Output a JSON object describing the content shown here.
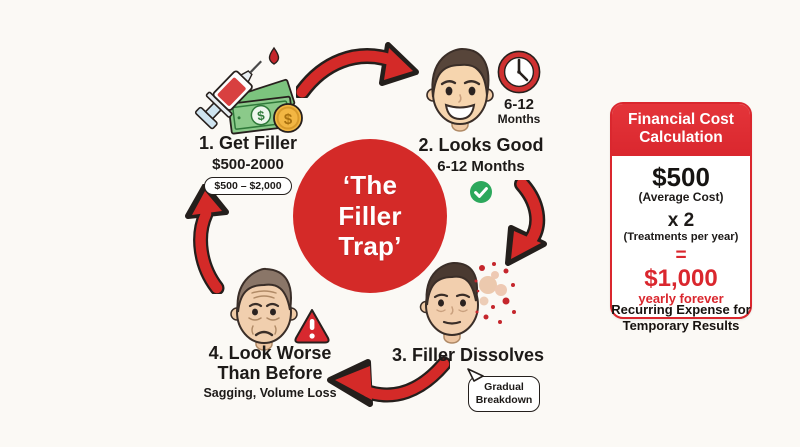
{
  "palette": {
    "red": "#d42a28",
    "red-deep": "#b9201f",
    "dark": "#241f1c",
    "green": "#2ca85c",
    "gold": "#f2b643",
    "bg": "#fbf9f5",
    "panel-red": "#da272e",
    "ink": "#1d1a18"
  },
  "center": {
    "line1": "‘The",
    "line2": "Filler",
    "line3": "Trap’"
  },
  "stage1": {
    "title": "1. Get Filler",
    "price": "$500-2000",
    "badge": "$500 – $2,000"
  },
  "stage2": {
    "clock_value": "6-12",
    "clock_unit": "Months",
    "title": "2. Looks Good",
    "duration": "6-12 Months"
  },
  "stage3": {
    "title": "3. Filler Dissolves",
    "bubble_line1": "Gradual",
    "bubble_line2": "Breakdown"
  },
  "stage4": {
    "title_line1": "4. Look Worse",
    "title_line2": "Than Before",
    "subtitle": "Sagging, Volume Loss"
  },
  "panel": {
    "header_line1": "Financial Cost",
    "header_line2": "Calculation",
    "cost": "$500",
    "cost_label": "(Average Cost)",
    "multiplier": "x 2",
    "multiplier_label": "(Treatments per year)",
    "equals": "=",
    "total": "$1,000",
    "total_label": "yearly forever",
    "footer_line1": "Recurring Expense for",
    "footer_line2": "Temporary Results"
  }
}
